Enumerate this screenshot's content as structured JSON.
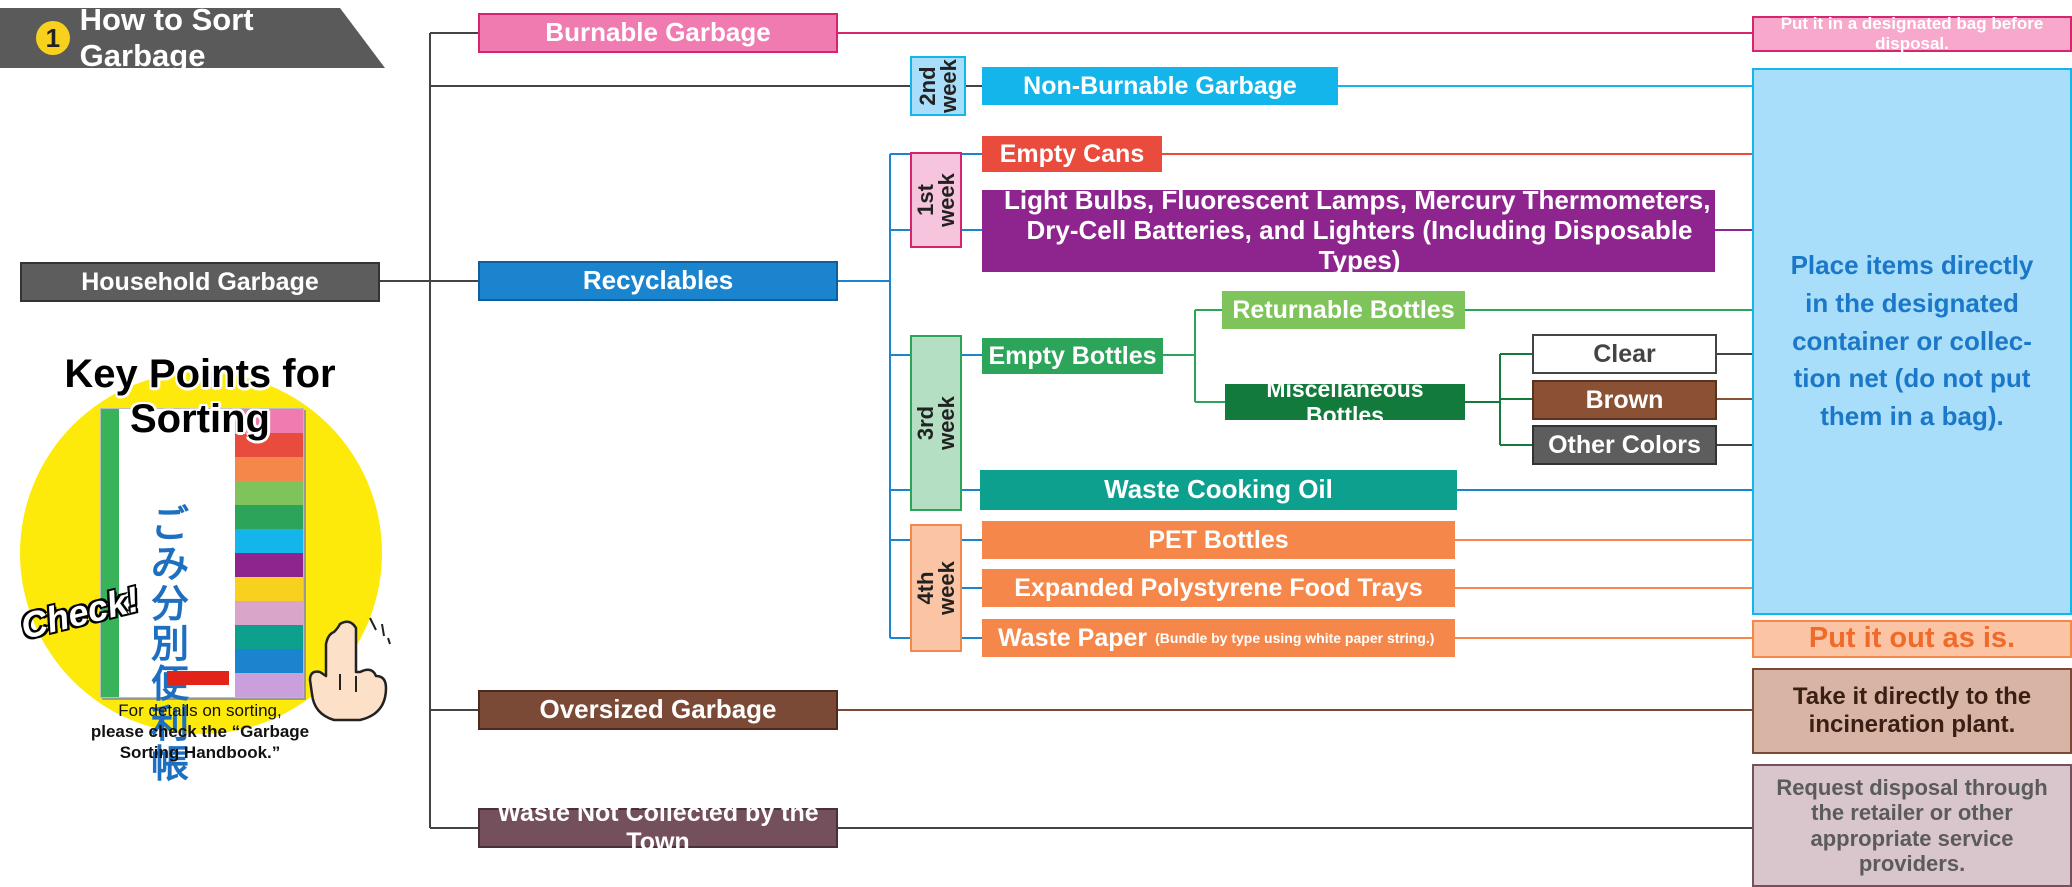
{
  "title": {
    "number": "1",
    "text": "How to Sort Garbage"
  },
  "root": "Household Garbage",
  "categories": {
    "burnable": "Burnable Garbage",
    "non_burnable": "Non-Burnable Garbage",
    "recyclables": "Recyclables",
    "oversized": "Oversized Garbage",
    "not_collected": "Waste Not Collected by the Town"
  },
  "weeks": {
    "second": "2nd\nweek",
    "first": "1st\nweek",
    "third": "3rd\nweek",
    "fourth": "4th\nweek"
  },
  "items": {
    "empty_cans": "Empty Cans",
    "bulbs_line1": "Light Bulbs, Fluorescent Lamps, Mercury Thermometers,",
    "bulbs_line2": "Dry-Cell Batteries, and Lighters (Including Disposable Types)",
    "empty_bottles": "Empty Bottles",
    "returnable_bottles": "Returnable Bottles",
    "misc_bottles": "Miscellaneous Bottles",
    "clear": "Clear",
    "brown": "Brown",
    "other_colors": "Other Colors",
    "cooking_oil": "Waste Cooking Oil",
    "pet_bottles": "PET Bottles",
    "polystyrene": "Expanded Polystyrene Food Trays",
    "waste_paper": "Waste Paper",
    "waste_paper_note": "(Bundle by type using white paper string.)"
  },
  "instructions": {
    "bag": "Put it in a designated bag before disposal.",
    "container": "Place items directly in the designated container or collec-tion net (do not put them in a bag).",
    "as_is": "Put it out as is.",
    "incineration": "Take it directly to the incineration plant.",
    "retailer": "Request disposal through the retailer or other appropriate service providers."
  },
  "key_points": {
    "title": "Key Points for Sorting",
    "check": "Check!",
    "handbook_title": "ごみ分別便利帳",
    "caption_line1": "For details on sorting,",
    "caption_line2": "please check the “Garbage Sorting Handbook.”"
  },
  "colors": {
    "burnable": "#f07bb1",
    "non_burnable": "#13b5ea",
    "recyclables": "#1a85ce",
    "empty_cans": "#e94b3c",
    "bulbs": "#8e258f",
    "bottles_green": "#2ca55a",
    "returnable": "#7fc45a",
    "misc": "#127a3a",
    "brown": "#8b5134",
    "other_colors": "#5d5d5d",
    "cooking_oil": "#0da08f",
    "orange": "#f5874a",
    "oversized": "#7b4a36",
    "not_collected": "#73505c",
    "container_panel": "#a9defa",
    "neutral": "#5d5d5d"
  }
}
